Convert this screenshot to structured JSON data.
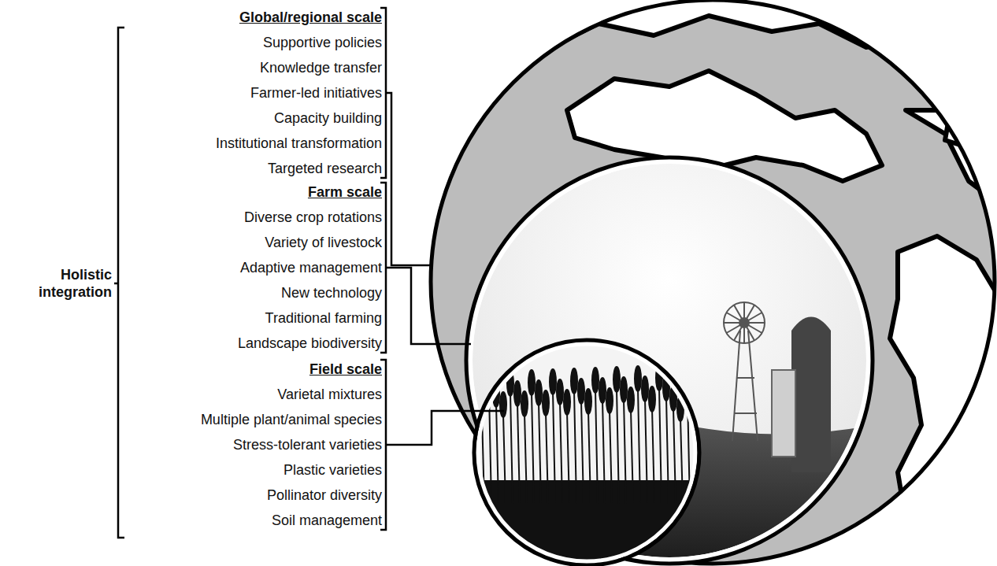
{
  "diagram": {
    "nodes": [
      {
        "text": [
          "Holistic integration"
        ]
      },
      {
        "text": [
          "Global/regional scale",
          "Supportive policies",
          "Knowledge transfer",
          "Farmer-led initiatives",
          "Capacity building",
          "Institutional transformation",
          "Targeted research"
        ],
        "in": 0
      },
      {
        "text": [
          "Farm scale",
          "Diverse crop rotations",
          "Variety of livestock",
          "Adaptive management",
          "New technology",
          "Traditional farming",
          "Landscape biodiversity"
        ],
        "in": 0
      },
      {
        "text": [
          "Field scale",
          "Varietal mixtures",
          "Multiple plant/animal species",
          "Stress-tolerant varieties",
          "Plastic varieties",
          "Pollinator diversity",
          "Soil management"
        ],
        "in": 0
      }
    ]
  }
}
